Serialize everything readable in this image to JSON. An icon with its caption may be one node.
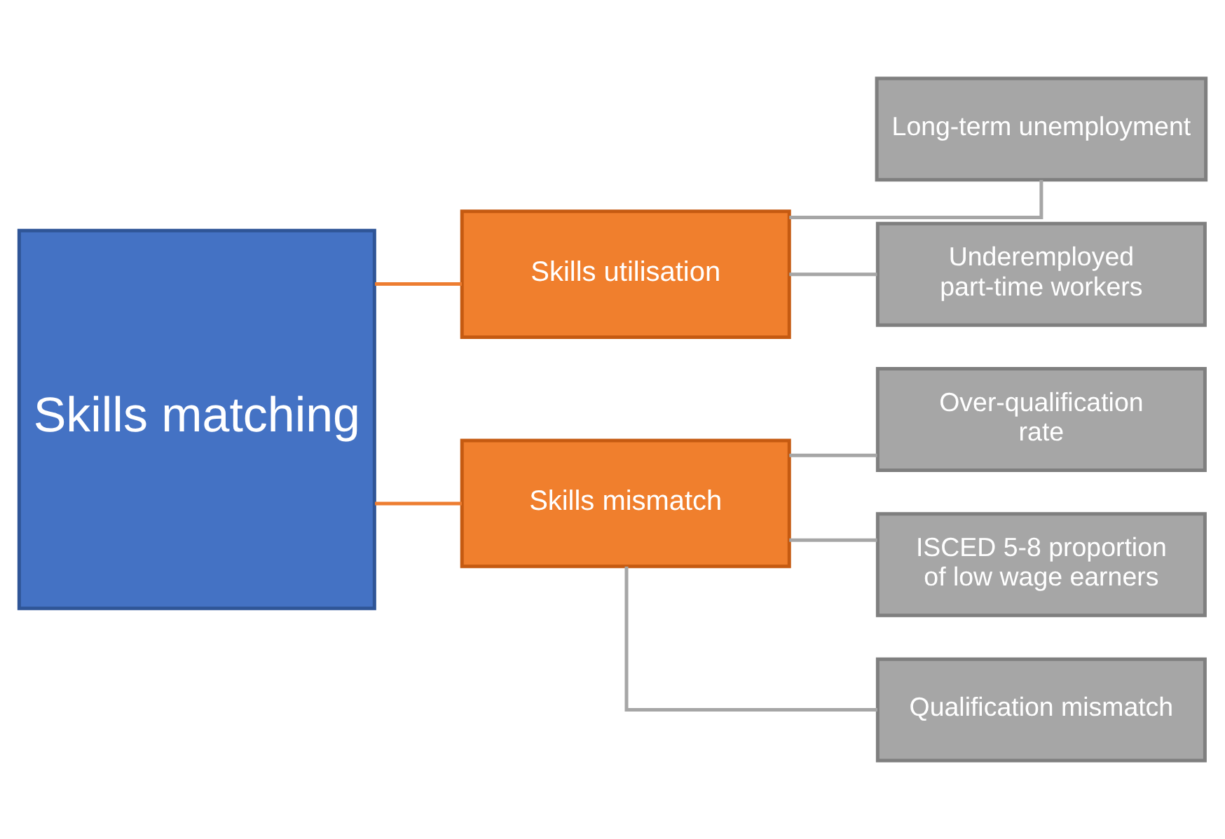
{
  "diagram": {
    "nodes": [
      {
        "text": [
          "Skills matching"
        ]
      },
      {
        "text": [
          "Skills utilisation"
        ]
      },
      {
        "text": [
          "Skills mismatch"
        ]
      },
      {
        "text": [
          "Long-term unemployment"
        ]
      },
      {
        "text": [
          "Underemployed part-time workers"
        ]
      },
      {
        "text": [
          "Over-qualification rate"
        ]
      },
      {
        "text": [
          "ISCED 5-8 proportion of low wage earners"
        ]
      },
      {
        "text": [
          "Qualification mismatch"
        ]
      }
    ],
    "edges": [
      {
        "from": 0,
        "to": 1,
        "arrow": "none",
        "color": "#ed7d31"
      },
      {
        "from": 0,
        "to": 2,
        "arrow": "none",
        "color": "#ed7d31"
      },
      {
        "from": 1,
        "to": 3,
        "arrow": "none"
      },
      {
        "from": 1,
        "to": 4,
        "arrow": "none"
      },
      {
        "from": 2,
        "to": 5,
        "arrow": "none"
      },
      {
        "from": 2,
        "to": 6,
        "arrow": "none"
      },
      {
        "from": 2,
        "to": 7,
        "arrow": "none"
      }
    ]
  }
}
